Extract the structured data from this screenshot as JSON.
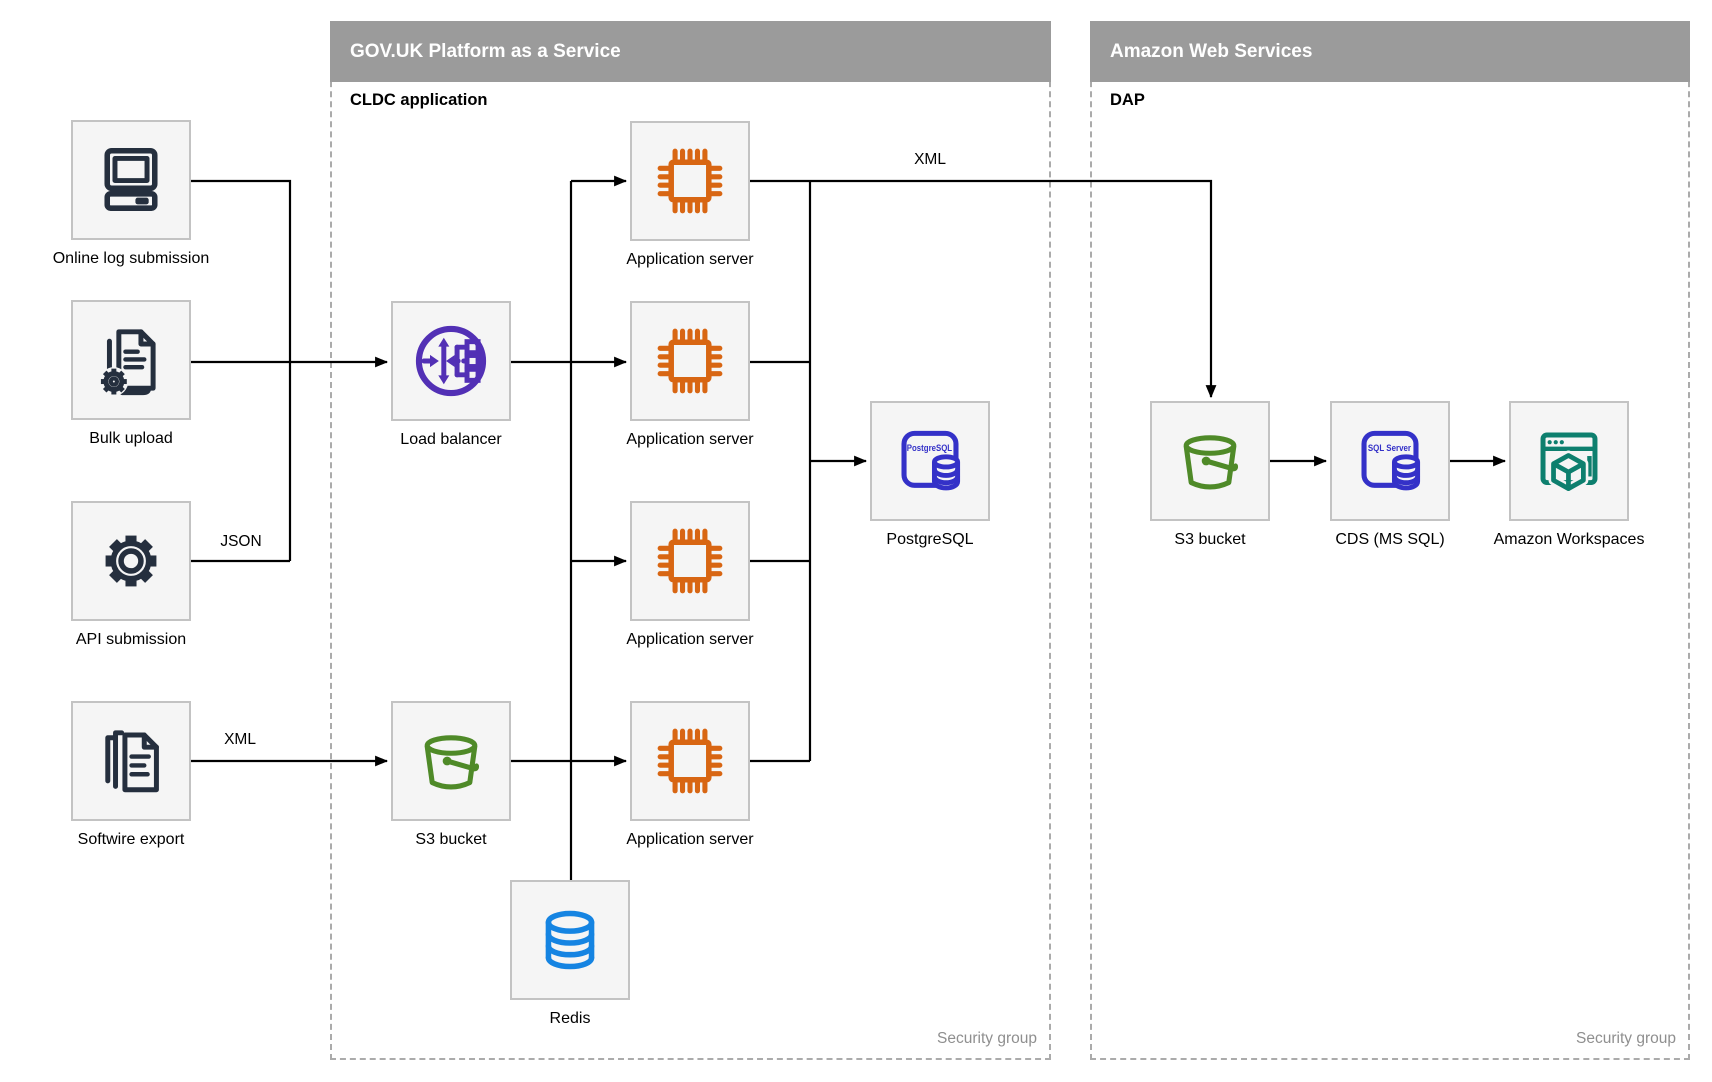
{
  "containers": {
    "govuk": {
      "title": "GOV.UK Platform as a Service",
      "sublabel": "CLDC application",
      "footer": "Security group"
    },
    "aws": {
      "title": "Amazon Web Services",
      "sublabel": "DAP",
      "footer": "Security group"
    }
  },
  "nodes": {
    "online_log": {
      "label": "Online log submission",
      "icon": "desktop-computer-icon"
    },
    "bulk_upload": {
      "label": "Bulk upload",
      "icon": "documents-gear-icon"
    },
    "api_submission": {
      "label": "API submission",
      "icon": "gear-icon"
    },
    "softwire_export": {
      "label": "Softwire export",
      "icon": "document-stack-icon"
    },
    "load_balancer": {
      "label": "Load balancer",
      "icon": "load-balancer-icon"
    },
    "s3_paas": {
      "label": "S3 bucket",
      "icon": "s3-bucket-icon"
    },
    "app_server_1": {
      "label": "Application server",
      "icon": "server-chip-icon"
    },
    "app_server_2": {
      "label": "Application server",
      "icon": "server-chip-icon"
    },
    "app_server_3": {
      "label": "Application server",
      "icon": "server-chip-icon"
    },
    "app_server_4": {
      "label": "Application server",
      "icon": "server-chip-icon"
    },
    "postgresql": {
      "label": "PostgreSQL",
      "icon": "postgresql-database-icon",
      "icon_text": "PostgreSQL"
    },
    "redis": {
      "label": "Redis",
      "icon": "redis-database-icon"
    },
    "s3_dap": {
      "label": "S3 bucket",
      "icon": "s3-bucket-icon"
    },
    "cds": {
      "label": "CDS (MS SQL)",
      "icon": "sql-server-database-icon",
      "icon_text": "SQL Server"
    },
    "workspaces": {
      "label": "Amazon Workspaces",
      "icon": "amazon-workspaces-icon"
    }
  },
  "edges": [
    {
      "from": "online_log",
      "to": "load_balancer",
      "label": ""
    },
    {
      "from": "bulk_upload",
      "to": "load_balancer",
      "label": ""
    },
    {
      "from": "api_submission",
      "to": "load_balancer",
      "label": "JSON"
    },
    {
      "from": "softwire_export",
      "to": "s3_paas",
      "label": "XML"
    },
    {
      "from": "load_balancer",
      "to": "app_server_1",
      "label": ""
    },
    {
      "from": "load_balancer",
      "to": "app_server_2",
      "label": ""
    },
    {
      "from": "load_balancer",
      "to": "app_server_3",
      "label": ""
    },
    {
      "from": "s3_paas",
      "to": "app_server_4",
      "label": ""
    },
    {
      "from": "app_servers",
      "to": "redis",
      "label": ""
    },
    {
      "from": "app_servers",
      "to": "postgresql",
      "label": ""
    },
    {
      "from": "app_server_1",
      "to": "s3_dap",
      "label": "XML"
    },
    {
      "from": "s3_dap",
      "to": "cds",
      "label": ""
    },
    {
      "from": "cds",
      "to": "workspaces",
      "label": ""
    }
  ],
  "colors": {
    "container_header_bg": "#9b9b9b",
    "container_header_text": "#ffffff",
    "container_border": "#ababab",
    "node_fill": "#f5f5f5",
    "node_border": "#c3c3c3",
    "connector": "#000000",
    "security_group_text": "#8f8f8f",
    "icon_navy": "#252f3e",
    "icon_purple": "#5230b5",
    "icon_orange": "#d86613",
    "icon_indigo": "#3431c8",
    "icon_green": "#4f8a28",
    "icon_blue": "#1584e2",
    "icon_teal": "#0d7f6e"
  }
}
